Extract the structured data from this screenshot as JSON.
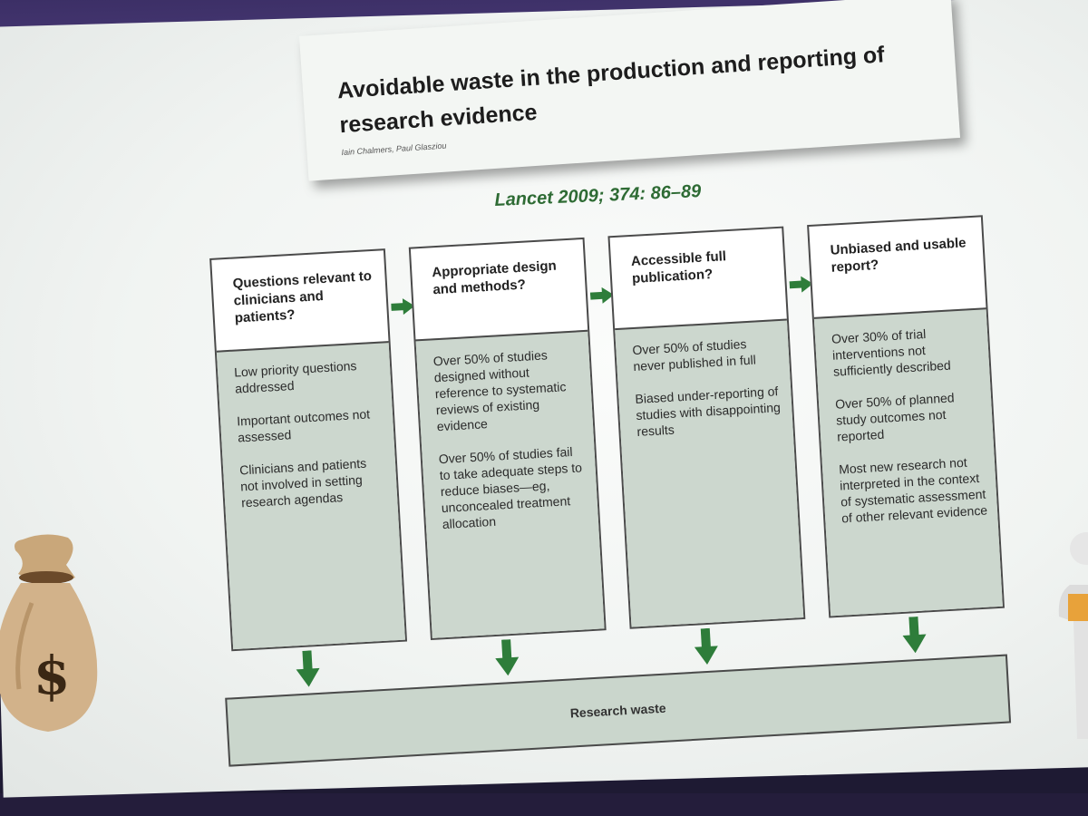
{
  "slide": {
    "title": "Avoidable waste in the production and reporting of research evidence",
    "authors": "Iain Chalmers, Paul Glasziou",
    "citation": "Lancet 2009; 374: 86–89"
  },
  "diagram": {
    "columns": [
      {
        "question": "Questions relevant to clinicians and patients?",
        "items": [
          "Low priority questions addressed",
          "Important outcomes not assessed",
          "Clinicians and patients not involved in setting research agendas"
        ]
      },
      {
        "question": "Appropriate design and methods?",
        "items": [
          "Over 50% of studies designed without reference to systematic reviews of existing evidence",
          "Over 50% of studies fail to take adequate steps to reduce biases—eg, unconcealed treatment allocation"
        ]
      },
      {
        "question": "Accessible full publication?",
        "items": [
          "Over 50% of studies never published in full",
          "Biased under-reporting of studies with disappointing results"
        ]
      },
      {
        "question": "Unbiased and usable report?",
        "items": [
          "Over 30% of trial interventions not sufficiently described",
          "Over 50% of planned study outcomes not reported",
          "Most new research not interpreted in the context of systematic assessment of other relevant evidence"
        ]
      }
    ],
    "result_label": "Research waste",
    "colors": {
      "arrow": "#2e7d3a",
      "box_body": "#ccd7ce",
      "citation": "#2e6b34"
    }
  },
  "decorations": {
    "money_bag_symbol": "$",
    "icons": [
      "money-bag-icon",
      "mascot-figure-icon"
    ]
  }
}
